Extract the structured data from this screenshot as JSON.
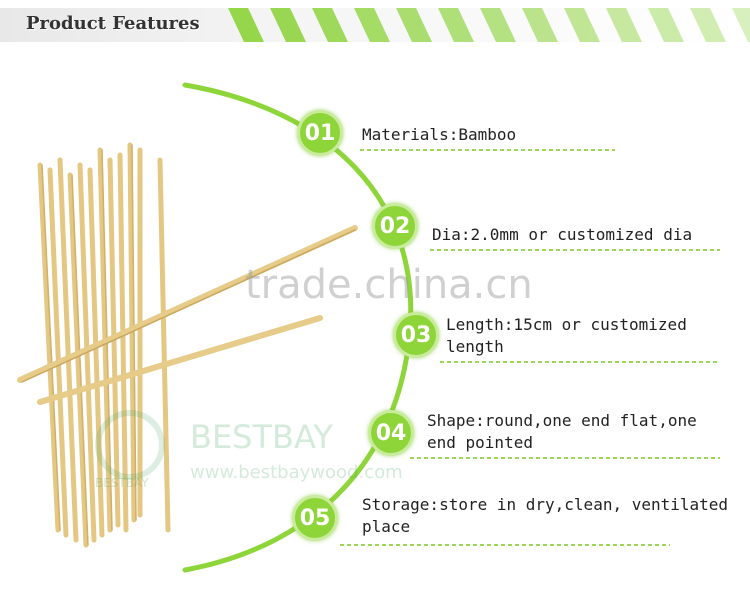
{
  "header": {
    "title": "Product Features"
  },
  "colors": {
    "accent": "#8ed53a",
    "dash": "#9bd65a",
    "stripe": "#8fd441"
  },
  "features": [
    {
      "num": "01",
      "text": "Materials:Bamboo"
    },
    {
      "num": "02",
      "text": "Dia:2.0mm or customized dia"
    },
    {
      "num": "03",
      "text": "Length:15cm or customized length"
    },
    {
      "num": "04",
      "text": "Shape:round,one end flat,one end pointed"
    },
    {
      "num": "05",
      "text": "Storage:store in dry,clean, ventilated place"
    }
  ],
  "watermarks": {
    "site": "trade.china.cn",
    "brand": "BESTBAY",
    "brand_url": "www.bestbaywood.com",
    "logo_text": "BESTBAY"
  }
}
